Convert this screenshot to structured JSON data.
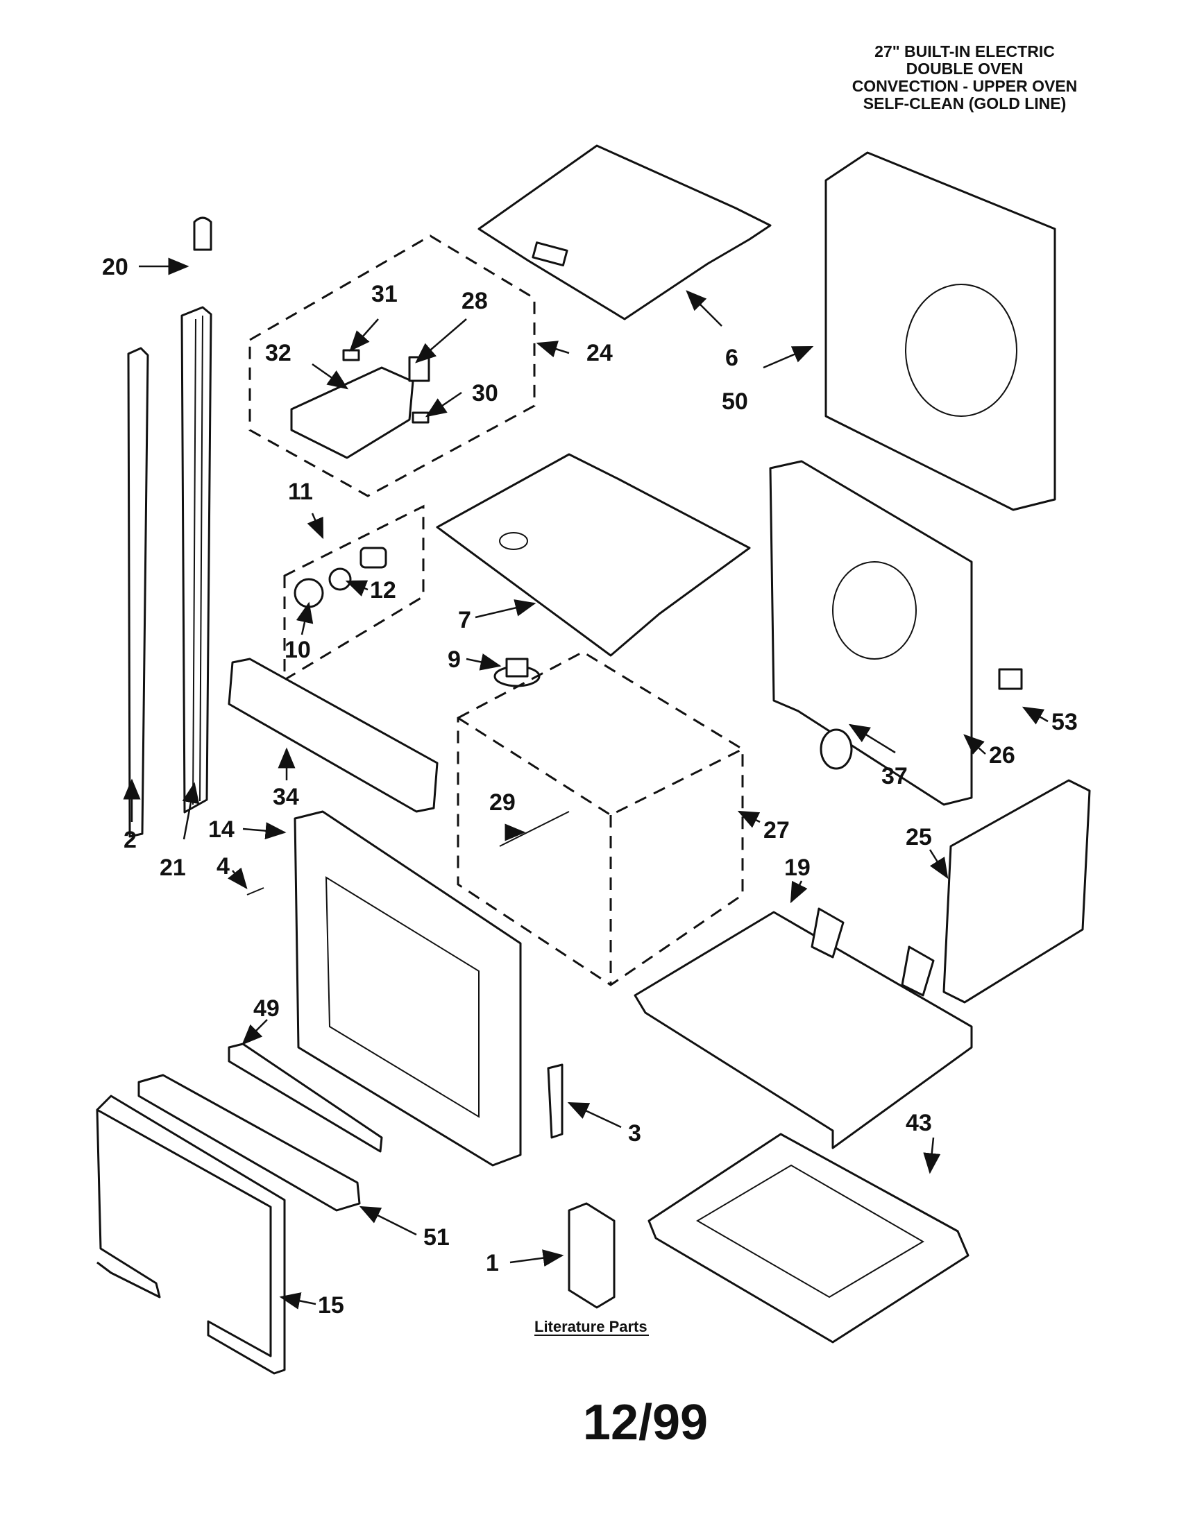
{
  "header": {
    "lines": [
      "27\" BUILT-IN ELECTRIC",
      "DOUBLE OVEN",
      "CONVECTION - UPPER OVEN",
      "SELF-CLEAN (GOLD LINE)"
    ]
  },
  "labels": {
    "p1": "1",
    "p2": "2",
    "p3": "3",
    "p4": "4",
    "p6": "6",
    "p7": "7",
    "p9": "9",
    "p10": "10",
    "p11": "11",
    "p12": "12",
    "p14": "14",
    "p15": "15",
    "p19": "19",
    "p20": "20",
    "p21": "21",
    "p24": "24",
    "p25": "25",
    "p26": "26",
    "p27": "27",
    "p28": "28",
    "p29": "29",
    "p30": "30",
    "p31": "31",
    "p32": "32",
    "p34": "34",
    "p37": "37",
    "p43": "43",
    "p49": "49",
    "p50": "50",
    "p51": "51",
    "p53": "53"
  },
  "literature": "Literature Parts",
  "date": "12/99"
}
